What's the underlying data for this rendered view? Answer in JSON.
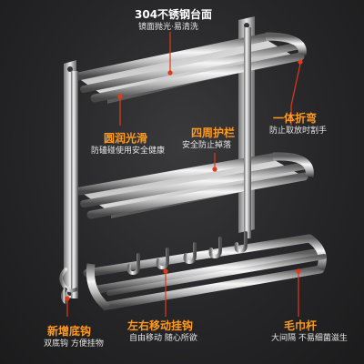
{
  "colors": {
    "accent": "#ff9a1f",
    "accent_line": "#e03a1a",
    "background": "#2a2a2c",
    "steel_light": "#f2f2f2",
    "steel_dark": "#5a5a5a"
  },
  "callouts": {
    "top_panel": {
      "title": "304不锈钢台面",
      "subtitle": "镜面抛光·易清洗"
    },
    "bend": {
      "title": "一体折弯",
      "subtitle": "防止取放时割手"
    },
    "smooth": {
      "title": "圆润光滑",
      "subtitle": "防磕碰使用安全健康"
    },
    "guardrail": {
      "title": "四周护栏",
      "subtitle": "安全防止掉落"
    },
    "towel_bar": {
      "title": "毛巾杆",
      "subtitle": "大间隔 不易细菌滋生"
    },
    "hooks": {
      "title": "左右移动挂钩",
      "subtitle": "自由移动 随心所欲"
    },
    "bottom_hook": {
      "title": "新增底钩",
      "subtitle": "双底钩 方便挂物"
    }
  }
}
